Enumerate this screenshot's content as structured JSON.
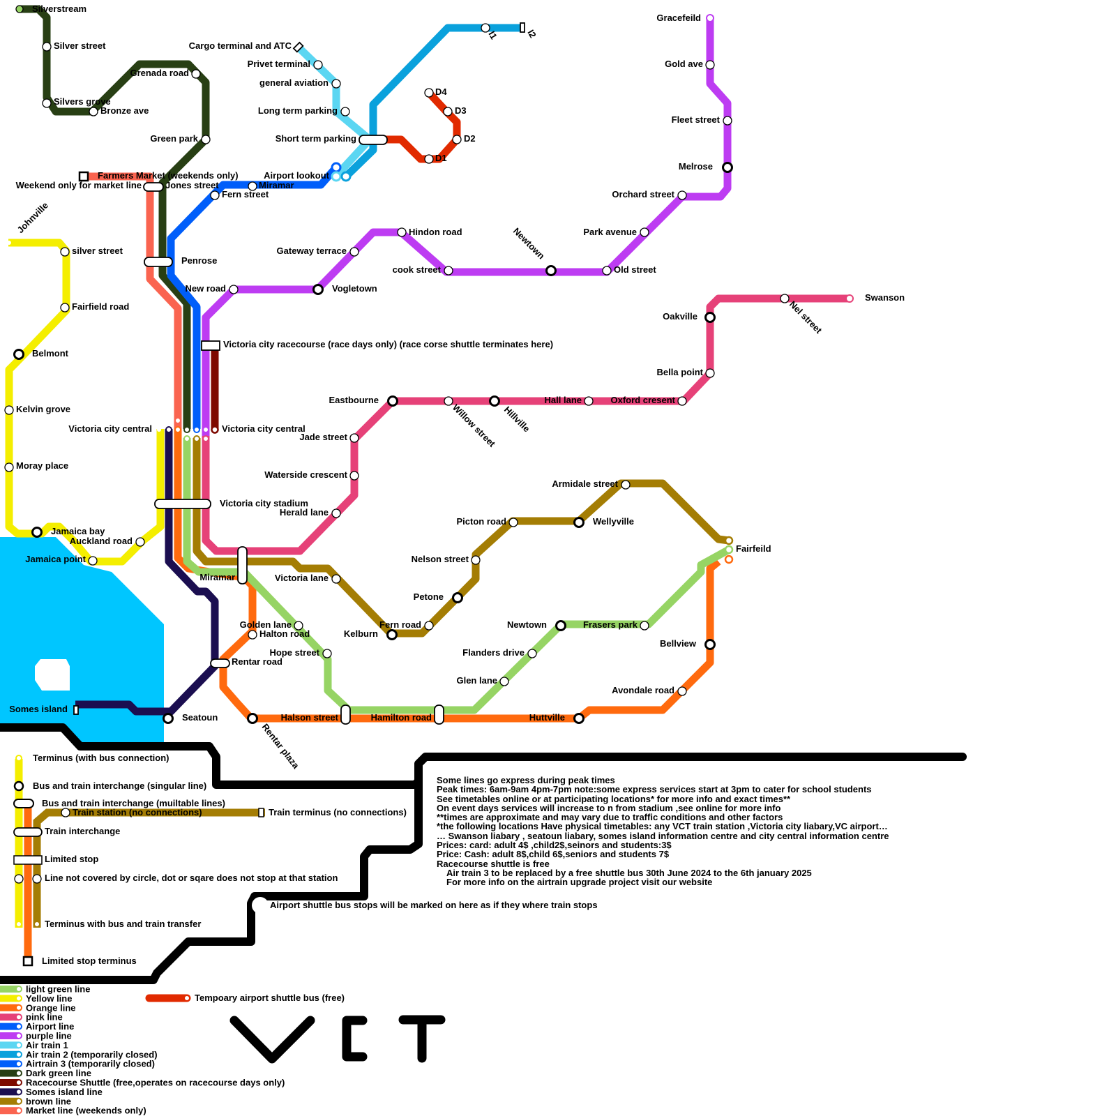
{
  "colors": {
    "water": "#00c6ff",
    "light_green": "#96d464",
    "yellow": "#f4ee00",
    "orange": "#ff6a0e",
    "pink": "#e64178",
    "airport": "#005efa",
    "purple": "#bd3cf2",
    "air_train_1": "#5bd6f2",
    "air_train_2": "#0aa1dc",
    "air_train_3": "#005efa",
    "dark_green": "#283f14",
    "racecourse": "#7e0a00",
    "somes": "#1b0e50",
    "brown": "#a47d04",
    "market": "#fa6450",
    "shuttle_red": "#e12a00"
  },
  "stations": {
    "silverstream": "Silverstream",
    "silver_street": "Silver street",
    "silvers_grove": "Silvers grove",
    "bronze_ave": "Bronze ave",
    "grenada_road": "Grenada road",
    "green_park": "Green park",
    "farmers_market": "Farmers Market (weekends only)",
    "weekend_only": "Weekend only for market line",
    "jones_street": "Jones street",
    "miramar_top": "Miramar",
    "fern_street": "Fern street",
    "johnville": "Johnville",
    "silver_street_lower": "silver street",
    "fairfield_road": "Fairfield road",
    "penrose": "Penrose",
    "belmont": "Belmont",
    "kelvin_grove": "Kelvin grove",
    "moray_place": "Moray place",
    "jamaica_bay": "Jamaica bay",
    "auckland_road": "Auckland road",
    "jamaica_point": "Jamaica point",
    "cargo_terminal": "Cargo terminal and ATC",
    "privet_terminal": "Privet terminal",
    "general_aviation": "general aviation",
    "long_term_parking": "Long term parking",
    "short_term_parking": "Short term parking",
    "airport_lookout": "Airport lookout",
    "i1": "I1",
    "i2": "I2",
    "d1": "D1",
    "d2": "D2",
    "d3": "D3",
    "d4": "D4",
    "gracefeild": "Gracefeild",
    "gold_ave": "Gold ave",
    "fleet_street": "Fleet street",
    "melrose": "Melrose",
    "orchard_street": "Orchard street",
    "park_avenue": "Park avenue",
    "old_street": "Old street",
    "newtown_top": "Newtown",
    "cook_street": "cook street",
    "hindon_road": "Hindon road",
    "gateway_terrace": "Gateway terrace",
    "vogletown": "Vogletown",
    "new_road": "New road",
    "racecourse": "Victoria city racecourse (race days only) (race corse shuttle terminates here)",
    "vc_central_left": "Victoria city central",
    "vc_central_right": "Victoria city central",
    "vc_stadium": "Victoria city stadium",
    "swanson": "Swanson",
    "nel_street": "Nel street",
    "oakville": "Oakville",
    "bella_point": "Bella point",
    "oxford_cresent": "Oxford cresent",
    "hall_lane": "Hall lane",
    "hillville": "Hillville",
    "willow_street": "Willow street",
    "eastbourne": "Eastbourne",
    "jade_street": "Jade street",
    "waterside_crescent": "Waterside crescent",
    "herald_lane": "Herald lane",
    "armidale_street": "Armidale street",
    "picton_road": "Picton road",
    "wellyville": "Wellyville",
    "nelson_street": "Nelson street",
    "petone": "Petone",
    "fern_road": "Fern road",
    "kelburn": "Kelburn",
    "victoria_lane": "Victoria lane",
    "miramar_bottom": "Miramar",
    "golden_lane": "Golden lane",
    "halton_road": "Halton road",
    "hope_street": "Hope street",
    "rentar_road": "Rentar road",
    "rentar_plaza": "Rentar plaza",
    "halson_street": "Halson street",
    "hamilton_road": "Hamilton road",
    "huttville": "Huttville",
    "avondale_road": "Avondale road",
    "bellview": "Bellview",
    "fairfeild": "Fairfeild",
    "newtown_bottom": "Newtown",
    "frasers_park": "Frasers park",
    "flanders_drive": "Flanders drive",
    "glen_lane": "Glen lane",
    "seatoun": "Seatoun",
    "somes_island": "Somes island"
  },
  "key": {
    "terminus_bus": "Terminus (with bus connection)",
    "bus_train_single": "Bus and train interchange (singular line)",
    "bus_train_multi": "Bus and train interchange (muiltable lines)",
    "train_station": "Train station (no connections)",
    "train_terminus": "Train terminus (no connections)",
    "train_interchange": "Train interchange",
    "limited_stop": "Limited stop",
    "not_covered": "Line not covered by circle, dot or sqare does not stop at that station",
    "terminus_transfer": "Terminus with bus and train transfer",
    "limited_terminus": "Limited stop terminus",
    "airport_shuttle_stops": "Airport shuttle bus stops will be marked on here as if they where train stops",
    "temp_shuttle": "Tempoary airport shuttle bus (free)"
  },
  "legend": [
    {
      "label": "light green line",
      "color": "#96d464"
    },
    {
      "label": "Yellow line",
      "color": "#f4ee00"
    },
    {
      "label": "Orange line",
      "color": "#ff6a0e"
    },
    {
      "label": "pink line",
      "color": "#e64178"
    },
    {
      "label": "Airport line",
      "color": "#005efa"
    },
    {
      "label": "purple line",
      "color": "#bd3cf2"
    },
    {
      "label": "Air train 1",
      "color": "#5bd6f2"
    },
    {
      "label": "Air train 2 (temporarily closed)",
      "color": "#0aa1dc"
    },
    {
      "label": "Airtrain 3 (temporarily closed)",
      "color": "#005efa"
    },
    {
      "label": "Dark green line",
      "color": "#283f14"
    },
    {
      "label": "Racecourse Shuttle (free,operates on racecourse days only)",
      "color": "#7e0a00"
    },
    {
      "label": "Somes island line",
      "color": "#1b0e50"
    },
    {
      "label": "brown line",
      "color": "#a47d04"
    },
    {
      "label": "Market line (weekends only)",
      "color": "#fa6450"
    }
  ],
  "notes": [
    "Some lines go express during peak times",
    "Peak times: 6am-9am 4pm-7pm note:some express services start at 3pm to cater for school students",
    "See timetables online or at participating locations* for more info and exact times**",
    "On event days services will increase to n from stadium ,see online for more info",
    "**times are approximate and may vary due to traffic conditions and other factors",
    "*the following locations Have physical timetables: any VCT train station ,Victoria city liabary,VC airport…",
    "… Swanson liabary , seatoun liabary, somes island information centre and city central information centre",
    "Prices: card: adult 4$ ,child2$,seinors and students:3$",
    "Price: Cash: adult 8$,child 6$,seniors and students 7$",
    "Racecourse shuttle is free",
    "Air train 3 to be replaced by a free shuttle bus 30th June 2024 to the 6th january 2025",
    "For more info on the airtrain upgrade project visit our website"
  ],
  "logo": "VCT"
}
